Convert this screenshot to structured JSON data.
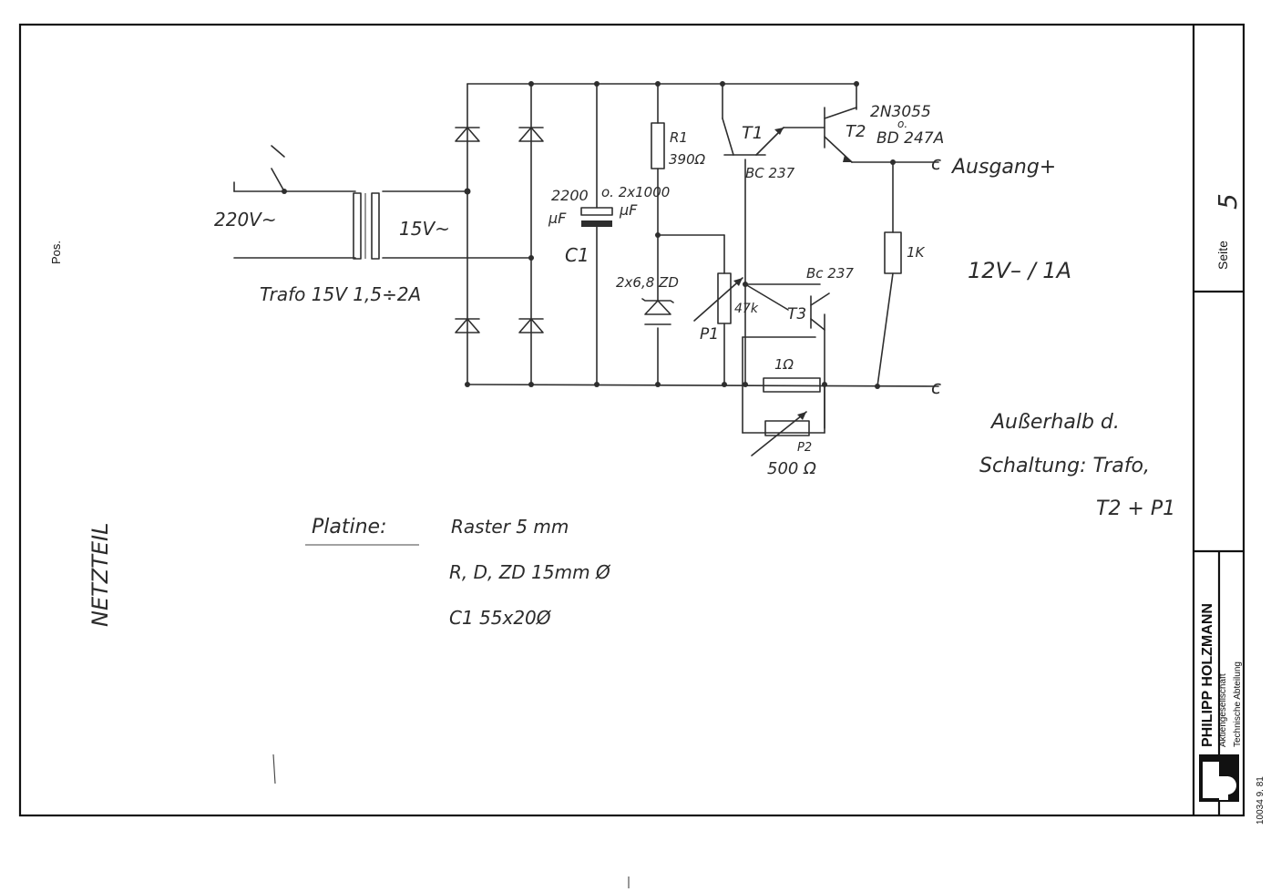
{
  "frame": {
    "pos_label": "Pos.",
    "seite_label": "Seite",
    "seite_number": "5",
    "company_name": "PHILIPP HOLZMANN",
    "company_sub1": "Aktiengesellschaft",
    "company_sub2": "Technische Abteilung",
    "form_code": "10034  9. 81"
  },
  "schematic": {
    "mains": "220V~",
    "secondary": "15V~",
    "trafo": "Trafo 15V 1,5÷2A",
    "c1_value": "2200",
    "c1_unit": "µF",
    "c1_alt": "o. 2x1000",
    "c1_alt_unit": "µF",
    "c1_name": "C1",
    "r1_name": "R1",
    "r1_value": "390Ω",
    "zd": "2x6,8 ZD",
    "p1_value": "47k",
    "p1_name": "P1",
    "t1_name": "T1",
    "t1_type": "BC 237",
    "t2_name": "T2",
    "t2_type": "2N3055",
    "t2_alt": "o.",
    "t2_alt_type": "BD 247A",
    "t3_name": "T3",
    "t3_type": "Bc 237",
    "r_1k": "1K",
    "r_1ohm": "1Ω",
    "p2_name": "P2",
    "p2_value": "500 Ω",
    "output": "Ausgang+",
    "rating": "12V– / 1A"
  },
  "notes": {
    "outside_1": "Außerhalb d.",
    "outside_2": "Schaltung: Trafo,",
    "outside_3": "T2 + P1",
    "platine_label": "Platine:",
    "platine_1": "Raster 5 mm",
    "platine_2": "R, D, ZD    15mm Ø",
    "platine_3": "C1    55x20Ø",
    "title_vertical": "NETZTEIL"
  }
}
